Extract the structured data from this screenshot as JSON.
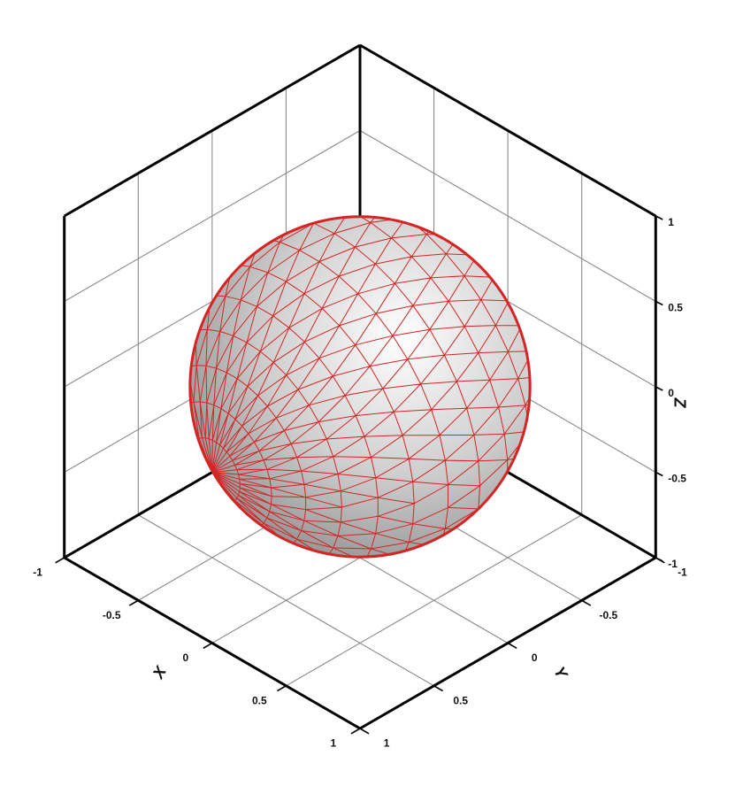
{
  "colors": {
    "frame": "#000000",
    "grid": "#8a8a8a",
    "mesh": "#d42424",
    "sphere_light": "#ffffff",
    "sphere_mid": "#cfcfcf",
    "sphere_dark": "#8f8f8f",
    "background": "#ffffff"
  },
  "axes": {
    "x": {
      "title": "X",
      "ticks": [
        {
          "value": -1,
          "label": "-1"
        },
        {
          "value": -0.5,
          "label": "-0.5"
        },
        {
          "value": 0,
          "label": "0"
        },
        {
          "value": 0.5,
          "label": "0.5"
        },
        {
          "value": 1,
          "label": "1"
        }
      ]
    },
    "y": {
      "title": "Y",
      "ticks": [
        {
          "value": -1,
          "label": "-1"
        },
        {
          "value": -0.5,
          "label": "-0.5"
        },
        {
          "value": 0,
          "label": "0"
        },
        {
          "value": 0.5,
          "label": "0.5"
        },
        {
          "value": 1,
          "label": "1"
        }
      ]
    },
    "z": {
      "title": "Z",
      "ticks": [
        {
          "value": -1,
          "label": "-1"
        },
        {
          "value": -0.5,
          "label": "-0.5"
        },
        {
          "value": 0,
          "label": "0"
        },
        {
          "value": 0.5,
          "label": "0.5"
        },
        {
          "value": 1,
          "label": "1"
        }
      ]
    }
  },
  "grid": true,
  "surface": {
    "shape": "sphere",
    "radius": 1,
    "mesh": "triangular",
    "refinement_pole": "+Y"
  }
}
